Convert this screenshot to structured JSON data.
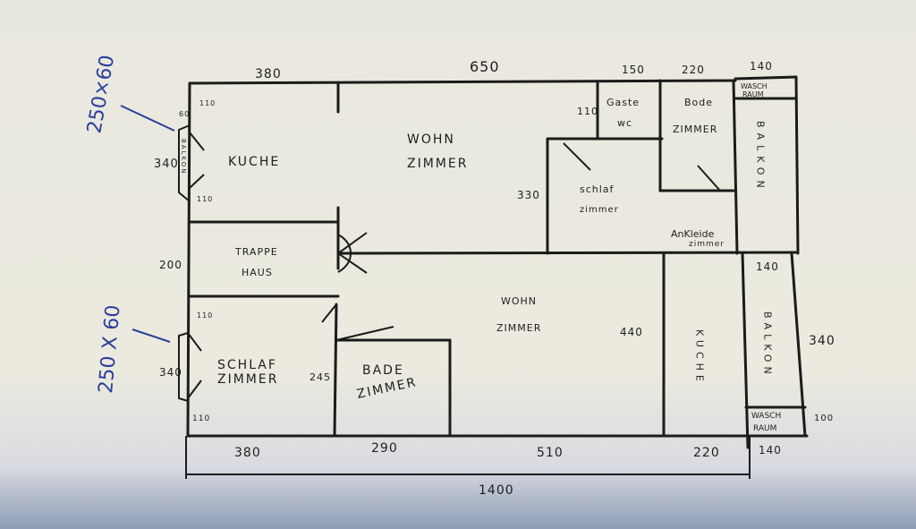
{
  "plan": {
    "rooms": {
      "kuche_upper": "KUCHE",
      "wohnzimmer_upper_1": "WOHN",
      "wohnzimmer_upper_2": "ZIMMER",
      "gaste_wc_1": "Gaste",
      "gaste_wc_2": "wc",
      "bade_upper_1": "Bode",
      "bade_upper_2": "ZIMMER",
      "waschraum_upper_1": "WASCH",
      "waschraum_upper_2": "RAUM",
      "balkon_upper": "BALKON",
      "schlaf_upper_1": "schlaf",
      "schlaf_upper_2": "zimmer",
      "ankleide_1": "AnKleide",
      "ankleide_2": "zimmer",
      "treppe_1": "TRAPPE",
      "treppe_2": "HAUS",
      "schlaf_lower_1": "SCHLAF",
      "schlaf_lower_2": "ZIMMER",
      "bade_lower_1": "BADE",
      "bade_lower_2": "ZIMMER",
      "wohnzimmer_lower_1": "WOHN",
      "wohnzimmer_lower_2": "ZIMMER",
      "kuche_lower": "KUCHE",
      "balkon_lower": "BALKON",
      "waschraum_lower_1": "WASCH",
      "waschraum_lower_2": "RAUM",
      "balkon_small": "BALKON"
    },
    "dimensions": {
      "top_380": "380",
      "top_650": "650",
      "top_150": "150",
      "top_220": "220",
      "top_140": "140",
      "gaste_110": "110",
      "schlaf_330": "330",
      "mid_140": "140",
      "left_340": "340",
      "left_200": "200",
      "left_340b": "340",
      "win_110a": "110",
      "win_110b": "110",
      "win_110c": "110",
      "win_110d": "110",
      "win_60": "60",
      "bade_245": "245",
      "wohn_440": "440",
      "right_340": "340",
      "right_100": "100",
      "bottom_380": "380",
      "bottom_290": "290",
      "bottom_510": "510",
      "bottom_220": "220",
      "bottom_140": "140",
      "total_1400": "1400"
    },
    "annotations": {
      "window_upper": "250×60",
      "window_lower": "250 X 60"
    }
  }
}
